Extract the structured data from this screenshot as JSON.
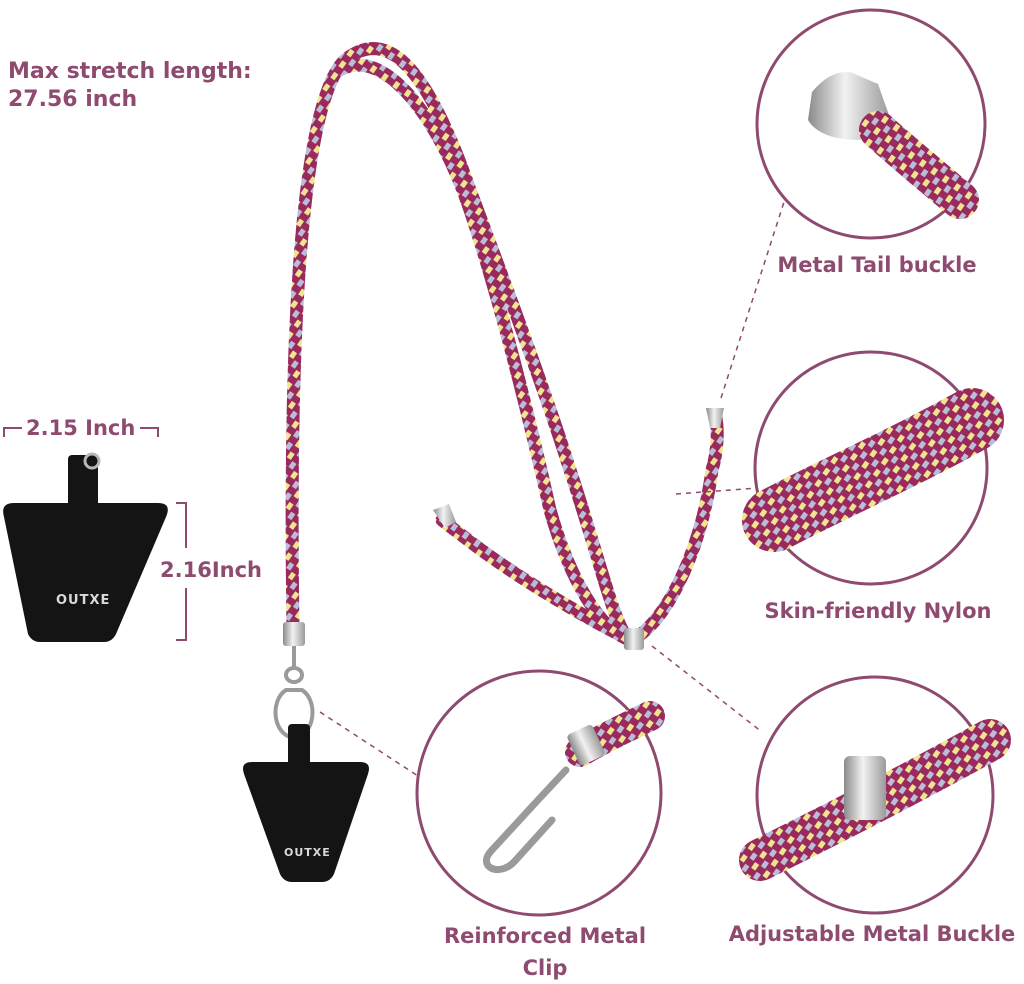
{
  "labels": {
    "stretch_line1": "Max stretch length:",
    "stretch_line2": "27.56 inch",
    "width": "2.15 Inch",
    "height": "2.16Inch",
    "brand": "OUTXE"
  },
  "callouts": {
    "tail": "Metal Tail buckle",
    "nylon": "Skin-friendly Nylon",
    "clip": "Reinforced Metal Clip",
    "buckle": "Adjustable Metal Buckle"
  },
  "colors": {
    "accent": "#8e4a6f",
    "rope_main": "#9a2a5e",
    "rope_light": "#b9bdd6",
    "rope_yellow": "#f0e58e",
    "patch": "#141414",
    "metal": "#c9c9c9"
  }
}
